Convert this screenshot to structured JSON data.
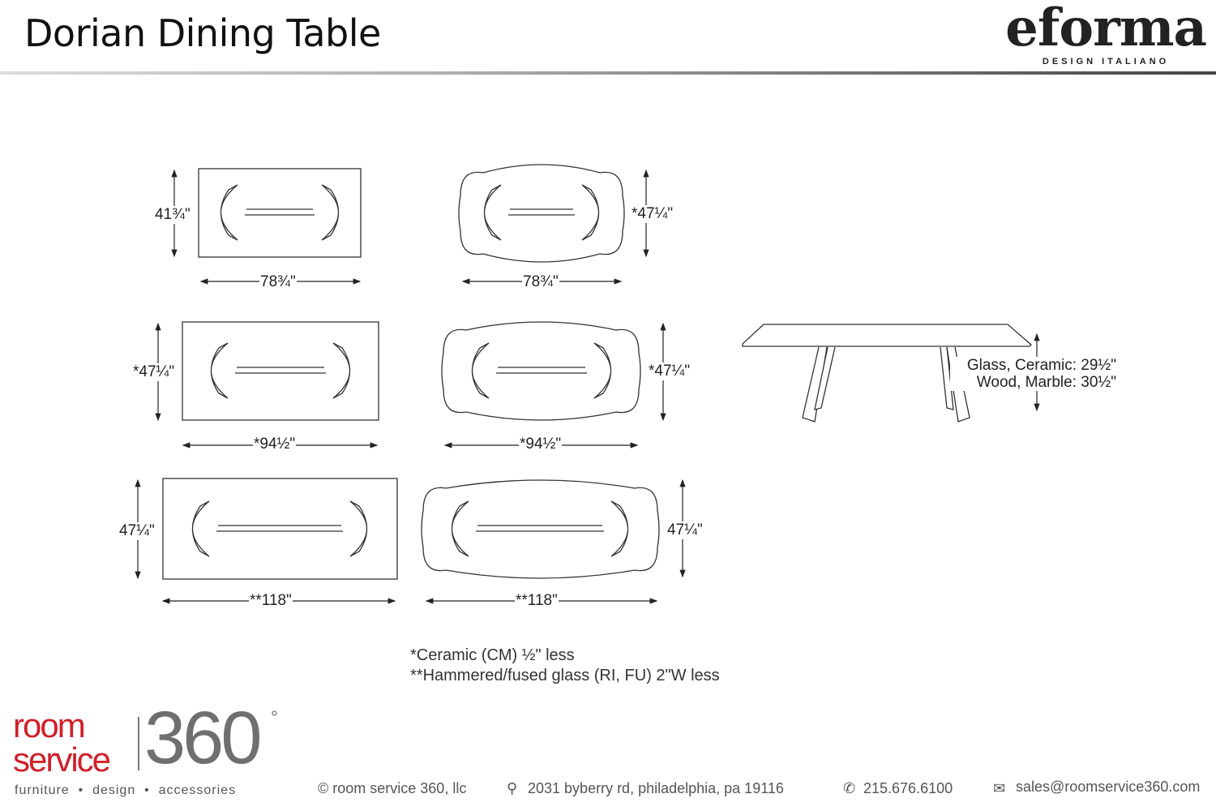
{
  "header": {
    "title": "Dorian Dining Table",
    "brand": {
      "name": "eforma",
      "tagline": "DESIGN ITALIANO"
    }
  },
  "dimensions": {
    "row1_rect": {
      "depth": "41¾\"",
      "length": "78¾\""
    },
    "row1_oval": {
      "depth": "*47¼\"",
      "length": "78¾\""
    },
    "row2_rect": {
      "depth": "*47¼\"",
      "length": "*94½\""
    },
    "row2_oval": {
      "depth": "*47¼\"",
      "length": "*94½\""
    },
    "row3_rect": {
      "depth": "47¼\"",
      "length": "**118\""
    },
    "row3_oval": {
      "depth": "47¼\"",
      "length": "**118\""
    },
    "height": {
      "line1": "Glass, Ceramic: 29½\"",
      "line2": "Wood, Marble: 30½\""
    }
  },
  "notes": [
    "*Ceramic (CM) ½\" less",
    "**Hammered/fused glass (RI, FU) 2\"W less"
  ],
  "footer": {
    "logo": {
      "word1": "room",
      "word2": "service",
      "number": "360",
      "degree": "°",
      "tagline": "furniture  •  design  •  accessories"
    },
    "copyright": "© room service 360, llc",
    "address": "2031 byberry rd, philadelphia, pa 19116",
    "phone": "215.676.6100",
    "email": "sales@roomservice360.com"
  }
}
